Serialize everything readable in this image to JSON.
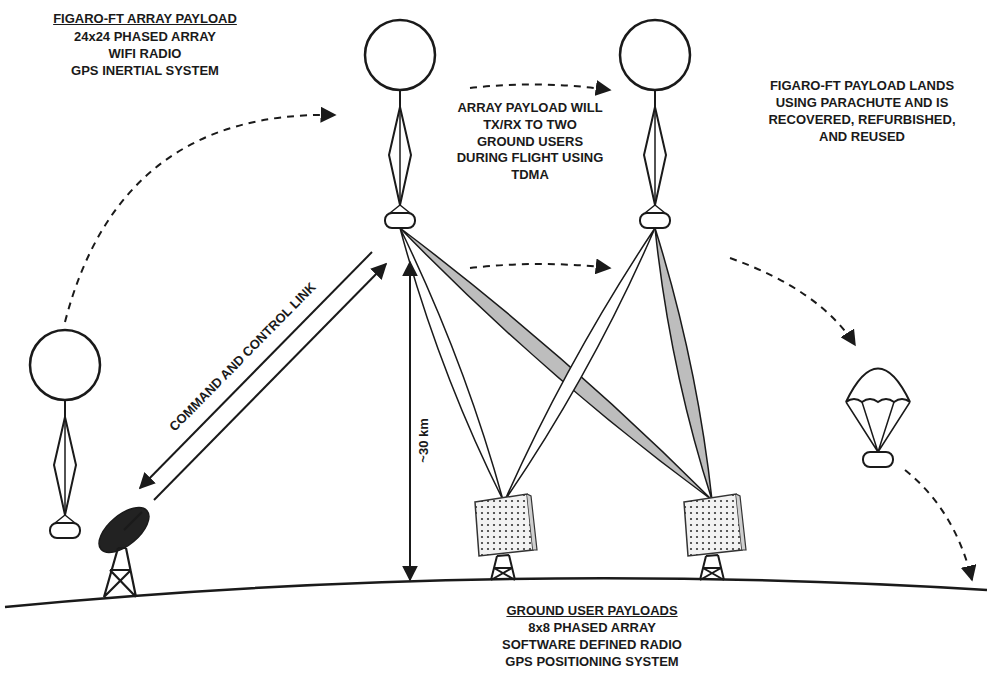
{
  "diagram": {
    "labels": [
      "FIGARO-FT ARRAY PAYLOAD",
      "24x24 PHASED ARRAY",
      "WIFI RADIO",
      "GPS INERTIAL SYSTEM",
      "ARRAY PAYLOAD WILL TX/RX TO TWO GROUND USERS DURING FLIGHT USING TDMA",
      "FIGARO-FT PAYLOAD LANDS USING PARACHUTE AND IS RECOVERED, REFURBISHED, AND REUSED",
      "COMMAND AND CONTROL LINK",
      "~30 km",
      "GROUND USER PAYLOADS",
      "8x8 PHASED ARRAY",
      "SOFTWARE DEFINED RADIO",
      "GPS POSITIONING SYSTEM"
    ]
  }
}
